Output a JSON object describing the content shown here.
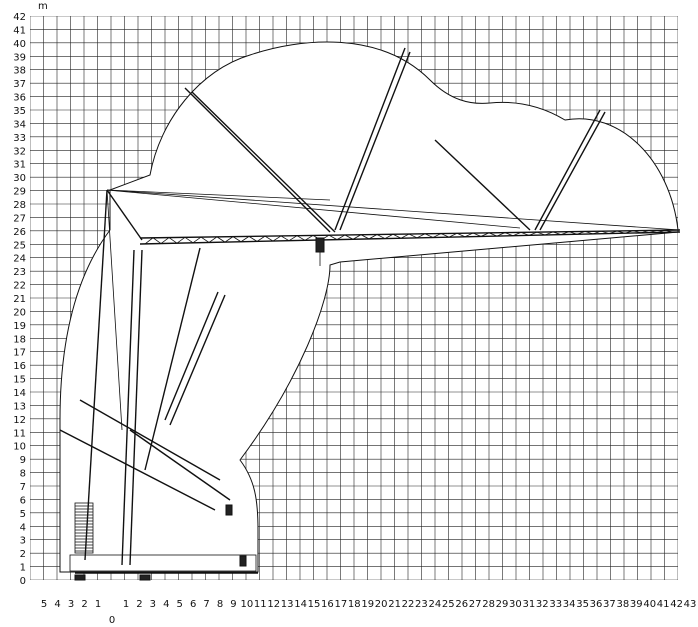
{
  "axis": {
    "y_unit": "m",
    "y_ticks": [
      "0",
      "1",
      "2",
      "3",
      "4",
      "5",
      "6",
      "7",
      "8",
      "9",
      "10",
      "11",
      "12",
      "13",
      "14",
      "15",
      "16",
      "17",
      "18",
      "19",
      "20",
      "21",
      "22",
      "23",
      "24",
      "25",
      "26",
      "27",
      "28",
      "29",
      "30",
      "31",
      "32",
      "33",
      "34",
      "35",
      "36",
      "37",
      "38",
      "39",
      "40",
      "41",
      "42"
    ],
    "x_ticks_left": [
      "5",
      "4",
      "3",
      "2",
      "1"
    ],
    "x_ticks_right": [
      "1",
      "2",
      "3",
      "4",
      "5",
      "6",
      "7",
      "8",
      "9",
      "10",
      "11",
      "12",
      "13",
      "14",
      "15",
      "16",
      "17",
      "18",
      "19",
      "20",
      "21",
      "22",
      "23",
      "24",
      "25",
      "26",
      "27",
      "28",
      "29",
      "30",
      "31",
      "32",
      "33",
      "34",
      "35",
      "36",
      "37",
      "38",
      "39",
      "40",
      "41",
      "42",
      "43"
    ],
    "x_origin_label": "0"
  }
}
